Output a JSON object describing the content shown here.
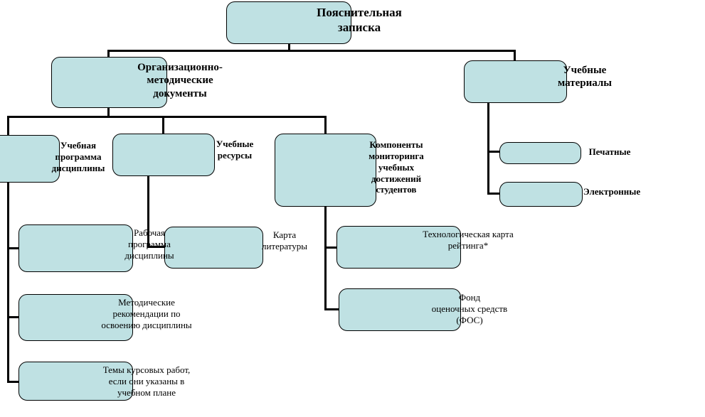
{
  "diagram": {
    "root": {
      "label": "Пояснительная\nзаписка"
    },
    "org_docs": {
      "label": "Организационно-\nметодические\nдокументы"
    },
    "learning_materials": {
      "label": "Учебные\nматериалы"
    },
    "curriculum": {
      "label": "Учебная\nпрограмма\nдисциплины"
    },
    "resources": {
      "label": "Учебные\nресурсы"
    },
    "monitoring": {
      "label": "Компоненты\nмониторинга\nучебных\nдостижений\nстудентов"
    },
    "printed": {
      "label": "Печатные"
    },
    "electronic": {
      "label": "Электронные"
    },
    "work_program": {
      "label": "Рабочая\nпрограмма\nдисциплины"
    },
    "method_recs": {
      "label": "Методические\nрекомендации по\nосвоению дисциплины"
    },
    "course_topics": {
      "label": "Темы курсовых работ,\nесли они указаны в\nучебном плане"
    },
    "literature_card": {
      "label": "Карта\nлитературы"
    },
    "rating_card": {
      "label": "Технологическая карта\nрейтинга*"
    },
    "fos": {
      "label": "Фонд\nоценочных средств\n(ФОС)"
    }
  }
}
